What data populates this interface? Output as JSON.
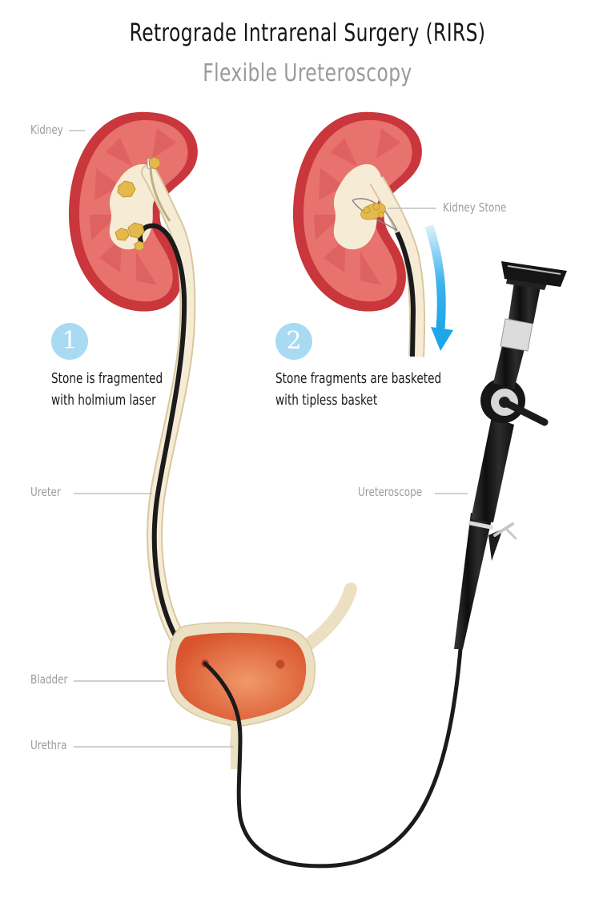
{
  "header": {
    "title": "Retrograde Intrarenal Surgery (RIRS)",
    "subtitle": "Flexible Ureteroscopy"
  },
  "labels": {
    "kidney": "Kidney",
    "kidney_stone": "Kidney Stone",
    "ureter": "Ureter",
    "ureteroscope": "Ureteroscope",
    "bladder": "Bladder",
    "urethra": "Urethra"
  },
  "steps": [
    {
      "number": "1",
      "line1": "Stone is fragmented",
      "line2": "with holmium laser"
    },
    {
      "number": "2",
      "line1": "Stone fragments are basketed",
      "line2": "with tipless basket"
    }
  ],
  "colors": {
    "kidney_outer": "#c9363b",
    "kidney_inner": "#e8726d",
    "pelvis": "#f6ecd6",
    "stone": "#e4b94c",
    "scope_black": "#1b1b1b",
    "badge_blue": "#a9daf3",
    "arrow_blue": "#1ea7e8",
    "bladder_fill": "#e77c4e",
    "label_gray": "#9c9c9c"
  }
}
